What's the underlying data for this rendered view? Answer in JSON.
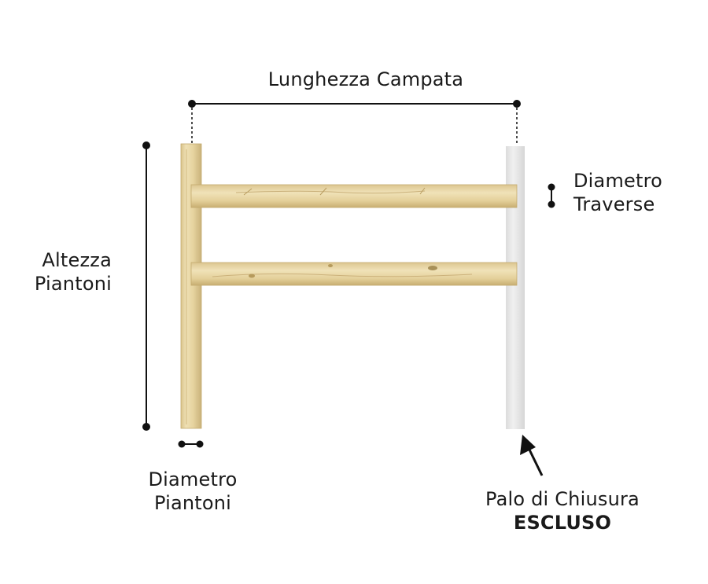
{
  "labels": {
    "span_length": "Lunghezza Campata",
    "post_height_line1": "Altezza",
    "post_height_line2": "Piantoni",
    "rail_diameter_line1": "Diametro",
    "rail_diameter_line2": "Traverse",
    "post_diameter_line1": "Diametro",
    "post_diameter_line2": "Piantoni",
    "closing_post_line1": "Palo di Chiusura",
    "closing_post_line2": "ESCLUSO"
  },
  "colors": {
    "wood": "#e9d8a6",
    "wood_dark": "#cdb57a",
    "wood_edge": "#b89c5c",
    "closing_post": "#e6e6e6",
    "dimension_line": "#111111"
  },
  "parts": {
    "posts": [
      "wooden post",
      "closing post"
    ],
    "rails": [
      "upper rail",
      "lower rail"
    ]
  }
}
